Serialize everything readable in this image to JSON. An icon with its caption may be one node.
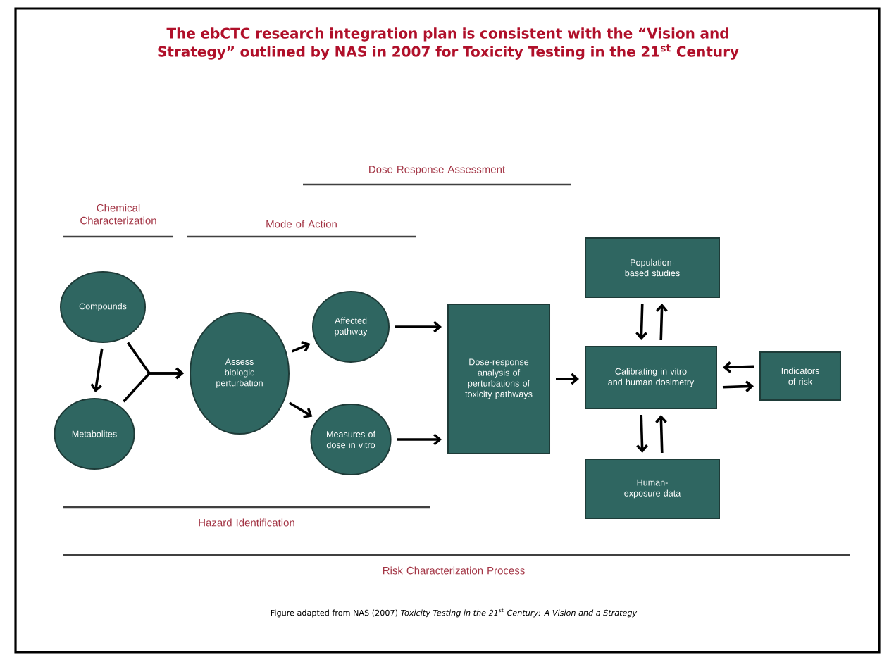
{
  "diagram": {
    "title": "The ebCTC research integration plan is consistent with the “Vision and Strategy” outlined by NAS in 2007 for Toxicity Testing in the 21$^{st}$ Century",
    "caption": "Figure adapted from NAS (2007) *Toxicity Testing in the 21$^{st}$ Century: A Vision and a Strategy*",
    "nodes": [
      {
        "text": [
          "Compounds"
        ]
      },
      {
        "text": [
          "Metabolites"
        ]
      },
      {
        "text": [
          "Assess biologic perturbation"
        ]
      },
      {
        "text": [
          "Affected pathway"
        ]
      },
      {
        "text": [
          "Measures of dose in vitro"
        ]
      },
      {
        "text": [
          "Dose-response analysis of perturbations of toxicity pathways"
        ]
      },
      {
        "text": [
          "Population-based studies"
        ]
      },
      {
        "text": [
          "Calibrating in vitro and human dosimetry"
        ]
      },
      {
        "text": [
          "Indicators of risk"
        ]
      },
      {
        "text": [
          "Human-exposure data"
        ]
      }
    ],
    "edges": [
      {
        "from": 0,
        "to": 1,
        "arrow": "to"
      },
      {
        "from": 0,
        "to": 2,
        "arrow": "to"
      },
      {
        "from": 1,
        "to": 2,
        "arrow": "to"
      },
      {
        "from": 2,
        "to": 3,
        "arrow": "to"
      },
      {
        "from": 2,
        "to": 4,
        "arrow": "to"
      },
      {
        "from": 3,
        "to": 5,
        "arrow": "to"
      },
      {
        "from": 4,
        "to": 5,
        "arrow": "to"
      },
      {
        "from": 5,
        "to": 7,
        "arrow": "to"
      },
      {
        "from": 6,
        "to": 7,
        "arrow": "to"
      },
      {
        "from": 7,
        "to": 6,
        "arrow": "to"
      },
      {
        "from": 8,
        "to": 7,
        "arrow": "to"
      },
      {
        "from": 7,
        "to": 8,
        "arrow": "to"
      },
      {
        "from": 7,
        "to": 9,
        "arrow": "to"
      },
      {
        "from": 9,
        "to": 7,
        "arrow": "to"
      }
    ],
    "labels": [
      "Dose Response Assessment",
      "Chemical Characterization",
      "Mode of Action",
      "Hazard Identification",
      "Risk Characterization Process"
    ]
  }
}
